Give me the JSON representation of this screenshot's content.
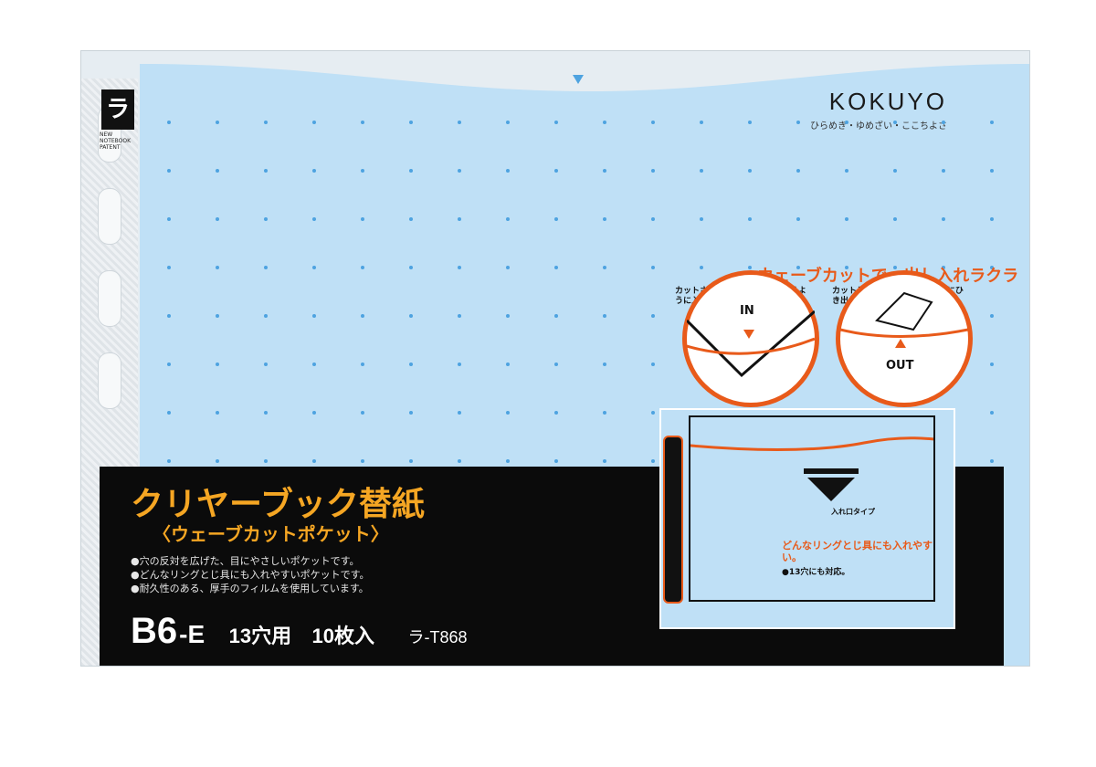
{
  "brand": {
    "logo_mark": "ラ",
    "logo_sub": "NEW NOTEBOOK PATENT",
    "name": "KOKUYO",
    "tagline": "ひらめき・ゆめざい・ここちよさ"
  },
  "product": {
    "title": "クリヤーブック替紙",
    "subtitle": "〈ウェーブカットポケット〉",
    "bullets": [
      "●穴の反対を広げた、目にやさしいポケットです。",
      "●どんなリングとじ具にも入れやすいポケットです。",
      "●耐久性のある、厚手のフィルムを使用しています。"
    ],
    "size": "B6",
    "size_suffix": "-E",
    "holes": "13穴用",
    "count": "10枚入",
    "code": "ラ-T868"
  },
  "feature": {
    "title": "ウェーブカットで、出し入れラクラク!",
    "note_left": "カットされた部分の角度を変えるように入れてください。",
    "note_right": "カットラインよりとり出すようにひき出してください。",
    "in_label": "IN",
    "out_label": "OUT",
    "insert_label": "入れ口タイプ",
    "ring_note": "どんなリングとじ具にも入れやすい。",
    "ring_note2": "●13穴にも対応。"
  },
  "colors": {
    "sheet_blue": "#bfe0f6",
    "accent_orange": "#f5a623",
    "highlight_red": "#e85a1a",
    "dot_blue": "#4ea3e0",
    "label_black": "#0b0b0b"
  }
}
